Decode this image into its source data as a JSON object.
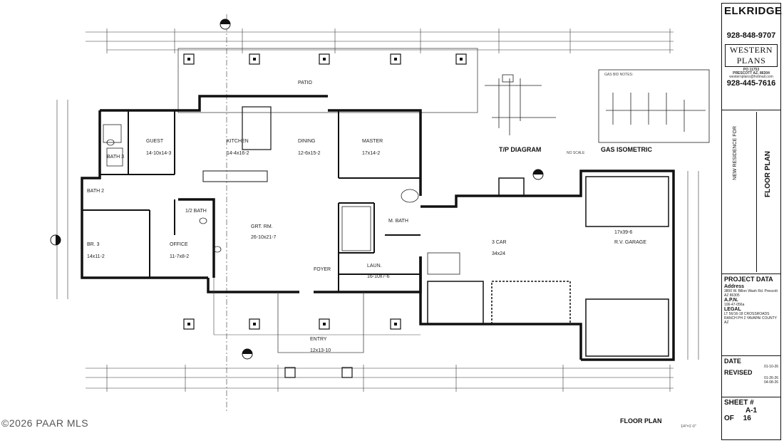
{
  "firm": {
    "name": "ELKRIDGE",
    "phone1": "928-848-9707",
    "designer": "WESTERN PLANS",
    "po": "PO 11753",
    "city": "PRESCOTT AZ, 86304",
    "email": "westernplans@hotmail.com",
    "phone2": "928-445-7616"
  },
  "sheet_title_vertical": "FLOOR PLAN",
  "residence_vertical": "NEW RESIDENCE FOR",
  "project": {
    "heading": "PROJECT DATA",
    "address_label": "Address",
    "address_value": "3800 W. Billon Wash Rd. Prescott AZ 86305",
    "apn_label": "A.P.N.",
    "apn_value": "106-47-056a",
    "legal_label": "LEGAL",
    "legal_value": "LT 56/16-18 CROSSROADS RANCH PH 2 YAVAPAI COUNTY AZ"
  },
  "date": {
    "label": "DATE",
    "value": "01-10-26",
    "revised_label": "REVISED",
    "rev1": "01-26-26",
    "rev2": "04-08-26"
  },
  "sheet": {
    "label": "SHEET #",
    "number": "A-1",
    "of_label": "OF",
    "total": "16"
  },
  "drawing_titles": {
    "tp": "T/P DIAGRAM",
    "gas": "GAS ISOMETRIC",
    "floor": "FLOOR PLAN",
    "scale": "1/4\"=1'-0\"",
    "no_scale": "NO SCALE"
  },
  "gas_notes_title": "GAS BID NOTES:",
  "rooms": [
    {
      "name": "GUEST",
      "size": "14-10x14-3"
    },
    {
      "name": "KITCHEN",
      "size": "14-4x16-2"
    },
    {
      "name": "PATIO",
      "size": ""
    },
    {
      "name": "DINING",
      "size": "12-6x15-2"
    },
    {
      "name": "MASTER",
      "size": "17x14-2"
    },
    {
      "name": "BATH 3",
      "size": ""
    },
    {
      "name": "BATH 2",
      "size": ""
    },
    {
      "name": "1/2 BATH",
      "size": ""
    },
    {
      "name": "BR. 3",
      "size": "14x11-2"
    },
    {
      "name": "OFFICE",
      "size": "11-7x8-2"
    },
    {
      "name": "GRT. RM.",
      "size": "26-10x21-7"
    },
    {
      "name": "FOYER",
      "size": ""
    },
    {
      "name": "M. BATH",
      "size": ""
    },
    {
      "name": "3 CAR",
      "size": "34x24"
    },
    {
      "name": "LAUN.",
      "size": "16-10x7-6"
    },
    {
      "name": "R.V. GARAGE",
      "size": "17x39-6"
    },
    {
      "name": "ENTRY",
      "size": "12x13-10"
    }
  ],
  "watermark": "©2026 PAAR MLS"
}
